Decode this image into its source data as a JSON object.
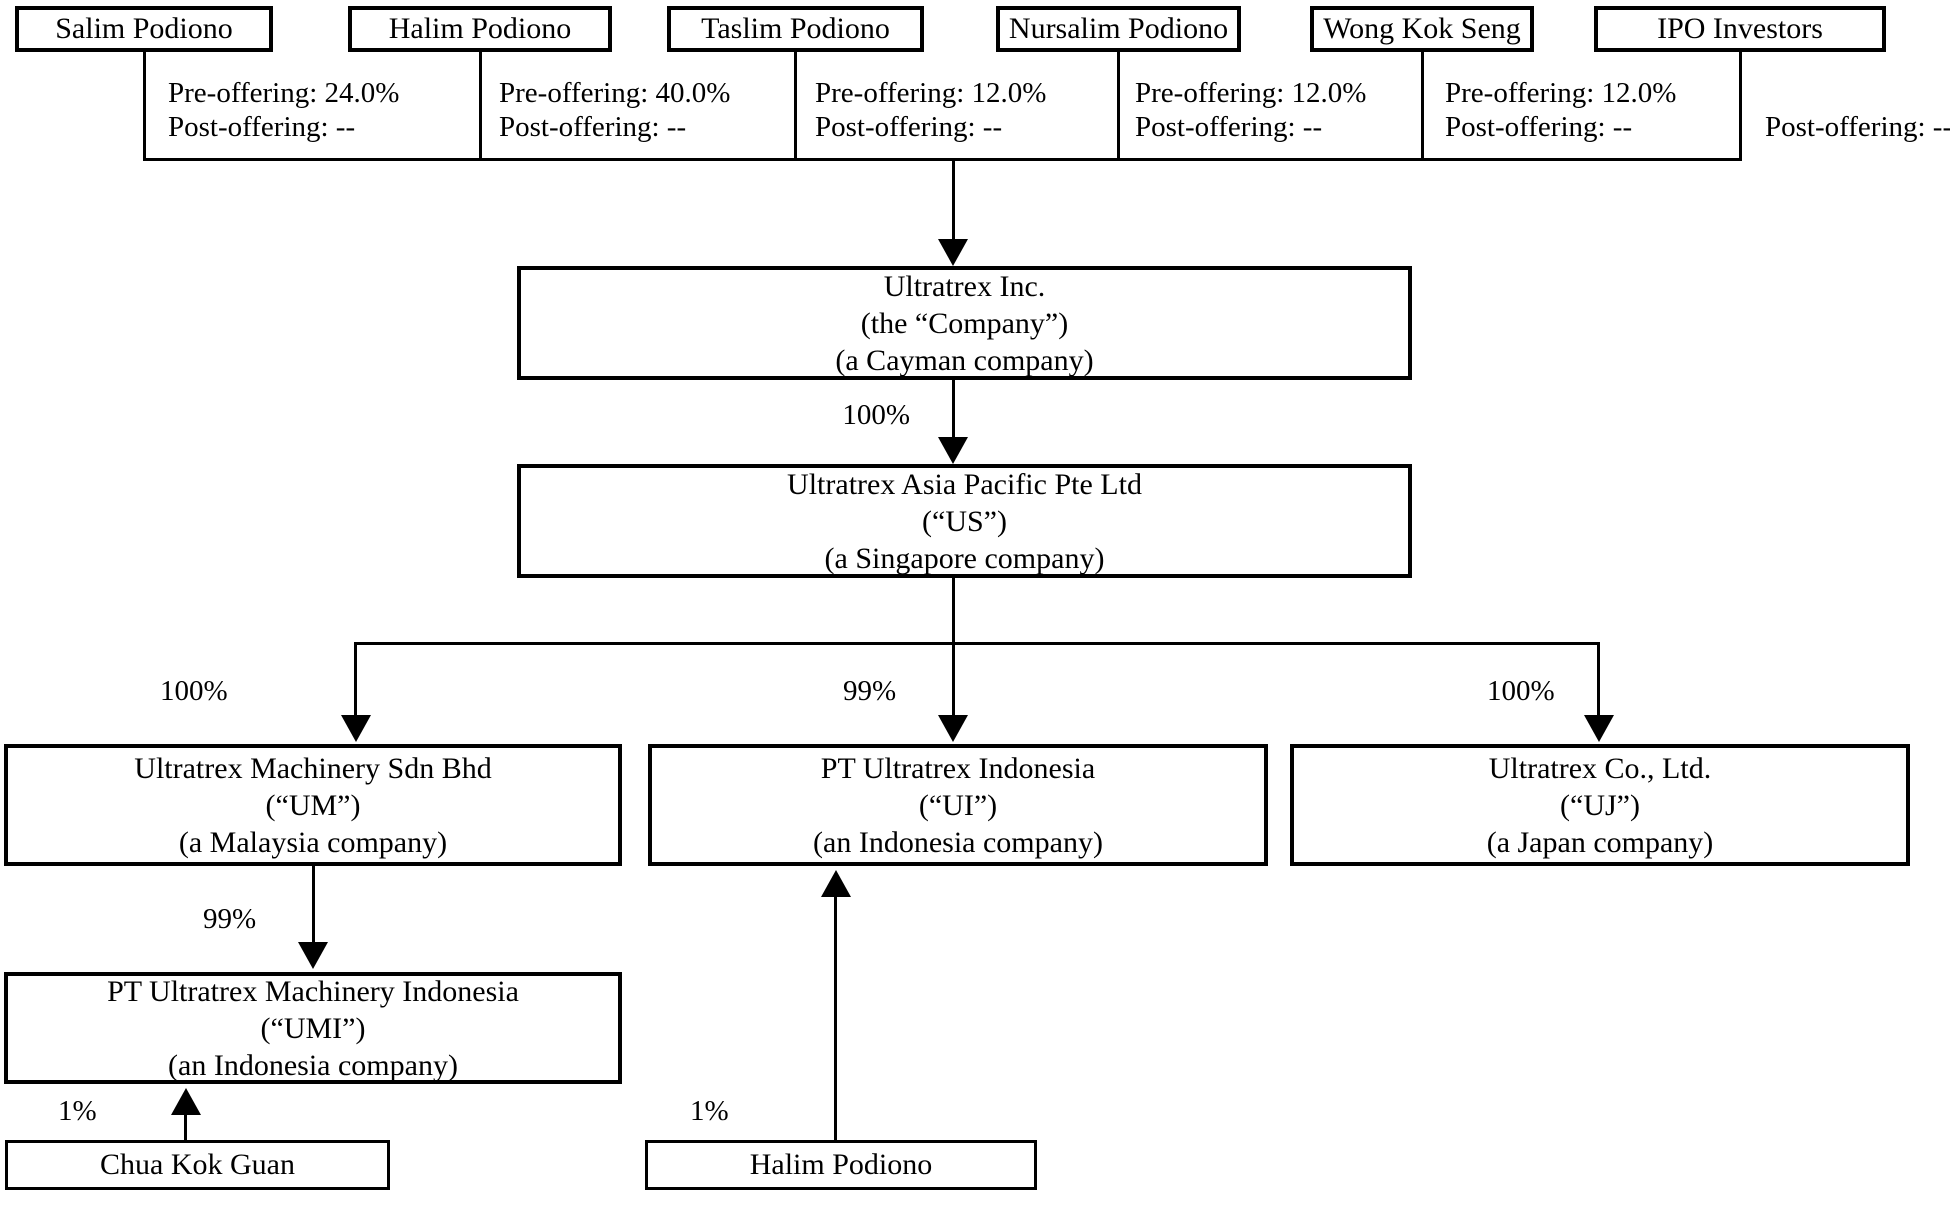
{
  "shareholders": [
    {
      "name": "Salim Podiono",
      "pre": "Pre-offering: 24.0%",
      "post": "Post-offering: --"
    },
    {
      "name": "Halim Podiono",
      "pre": "Pre-offering: 40.0%",
      "post": "Post-offering: --"
    },
    {
      "name": "Taslim Podiono",
      "pre": "Pre-offering: 12.0%",
      "post": "Post-offering: --"
    },
    {
      "name": "Nursalim Podiono",
      "pre": "Pre-offering: 12.0%",
      "post": "Post-offering: --"
    },
    {
      "name": "Wong Kok Seng",
      "pre": "Pre-offering: 12.0%",
      "post": "Post-offering: --"
    },
    {
      "name": "IPO Investors",
      "post": "Post-offering: --"
    }
  ],
  "entities": {
    "company": {
      "name": "Ultratrex Inc.",
      "alias": "(the “Company”)",
      "jurisdiction": "(a Cayman company)"
    },
    "singapore": {
      "name": "Ultratrex Asia Pacific Pte Ltd",
      "alias": "(“US”)",
      "jurisdiction": "(a Singapore company)"
    },
    "malaysia": {
      "name": "Ultratrex Machinery Sdn Bhd",
      "alias": "(“UM”)",
      "jurisdiction": "(a Malaysia company)"
    },
    "indonesia": {
      "name": "PT Ultratrex Indonesia",
      "alias": "(“UI”)",
      "jurisdiction": "(an Indonesia company)"
    },
    "japan": {
      "name": "Ultratrex Co., Ltd.",
      "alias": "(“UJ”)",
      "jurisdiction": "(a Japan company)"
    },
    "umi": {
      "name": "PT Ultratrex Machinery Indonesia",
      "alias": "(“UMI”)",
      "jurisdiction": "(an Indonesia company)"
    },
    "chua": {
      "name": "Chua Kok Guan"
    },
    "halim_minority": {
      "name": "Halim Podiono"
    }
  },
  "ownership": {
    "shareholders_to_company": "",
    "company_to_us": "100%",
    "us_to_um": "100%",
    "us_to_ui": "99%",
    "us_to_uj": "100%",
    "um_to_umi": "99%",
    "chua_to_umi": "1%",
    "halim_to_ui": "1%"
  },
  "colors": {
    "line": "#000000",
    "background": "#ffffff",
    "text": "#000000"
  }
}
